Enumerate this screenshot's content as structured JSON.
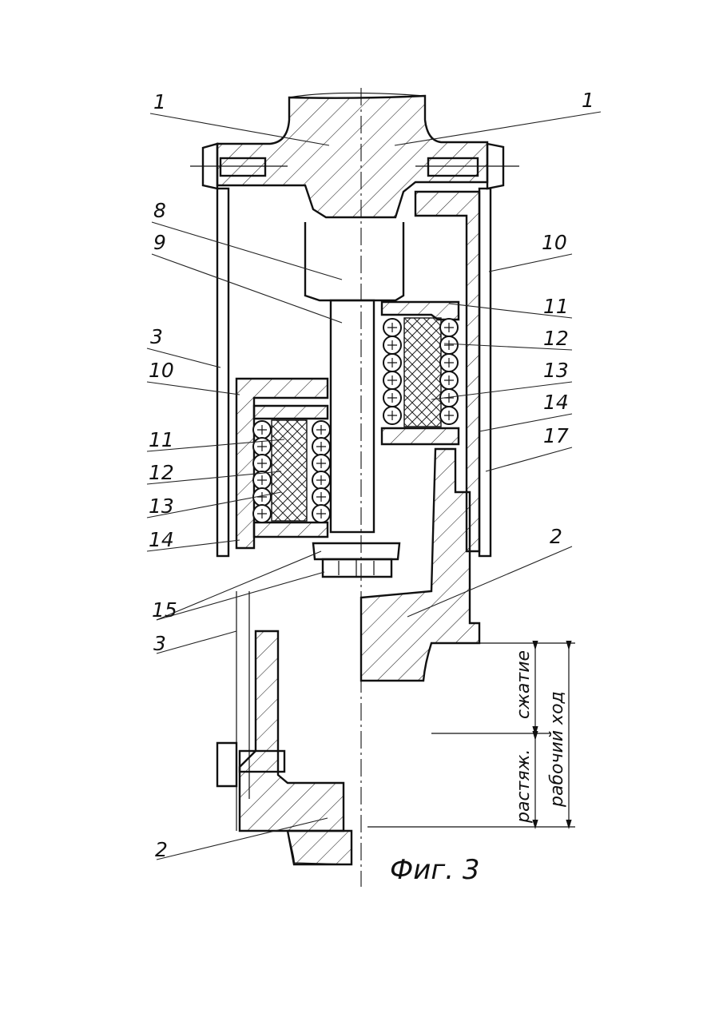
{
  "figure": {
    "caption": "Фиг. 3"
  },
  "callouts": {
    "top_left": "1",
    "top_right": "1",
    "rod_end": "8",
    "rod": "9",
    "right_10": "10",
    "right_11": "11",
    "right_12": "12",
    "right_13": "13",
    "right_14": "14",
    "right_17": "17",
    "right_2": "2",
    "left_3_upper": "3",
    "left_10": "10",
    "left_11": "11",
    "left_12": "12",
    "left_13": "13",
    "left_14": "14",
    "left_15": "15",
    "left_3_lower": "3",
    "bottom_2": "2"
  },
  "dimensions": {
    "tension": "растяж.",
    "compression": "сжатие",
    "working_stroke": "рабочий ход"
  }
}
